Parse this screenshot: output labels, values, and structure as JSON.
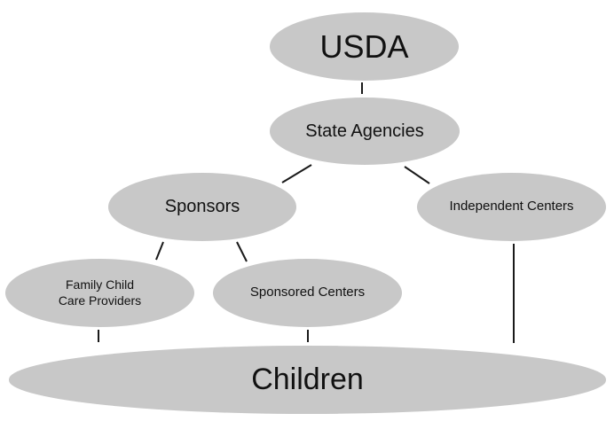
{
  "diagram": {
    "fill_color": "#c8c8c8",
    "line_color": "#1a1a1a",
    "nodes": {
      "usda": "USDA",
      "state_agencies": "State Agencies",
      "sponsors": "Sponsors",
      "independent_centers": "Independent Centers",
      "family_line1": "Family Child",
      "family_line2": "Care Providers",
      "sponsored_centers": "Sponsored Centers",
      "children": "Children"
    }
  }
}
